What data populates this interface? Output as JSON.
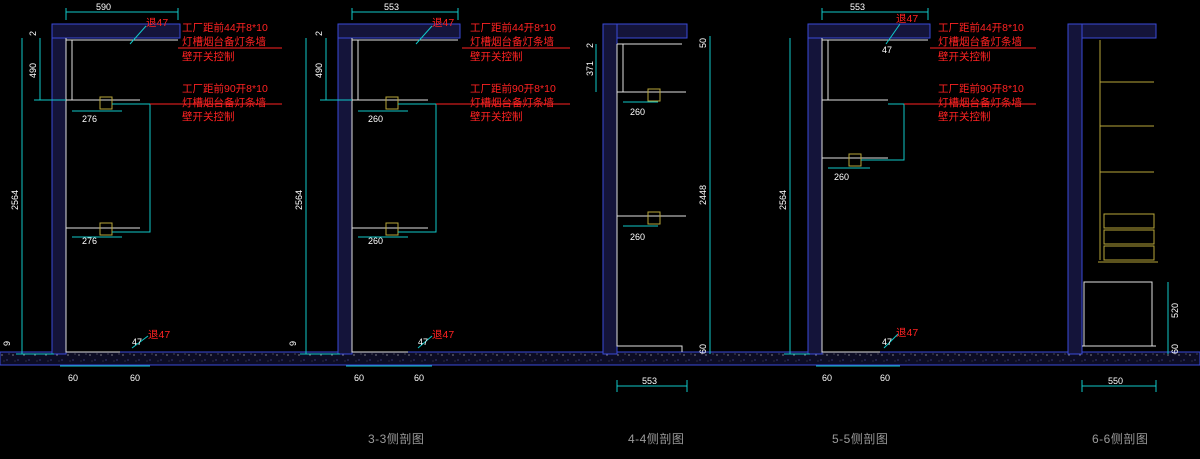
{
  "drawing": {
    "captions": {
      "s3": "3-3侧剖图",
      "s4": "4-4侧剖图",
      "s5": "5-5侧剖图",
      "s6": "6-6侧剖图"
    },
    "notes": {
      "a1": "工厂距前44开8*10",
      "a2": "灯槽烟台备灯条墙",
      "a3": "壁开关控制",
      "b1": "工厂距前90开8*10",
      "b2": "灯槽烟台备灯条墙",
      "b3": "壁开关控制",
      "tag47": "退47"
    },
    "dims": {
      "w590": "590",
      "w553": "553",
      "w550": "550",
      "h2": "2",
      "h490": "490",
      "h371": "371",
      "h2564": "2564",
      "h2448": "2448",
      "h520": "520",
      "h9": "9",
      "h60": "60",
      "d276": "276",
      "d260": "260",
      "d47": "47",
      "d50": "50",
      "b60": "60"
    }
  }
}
